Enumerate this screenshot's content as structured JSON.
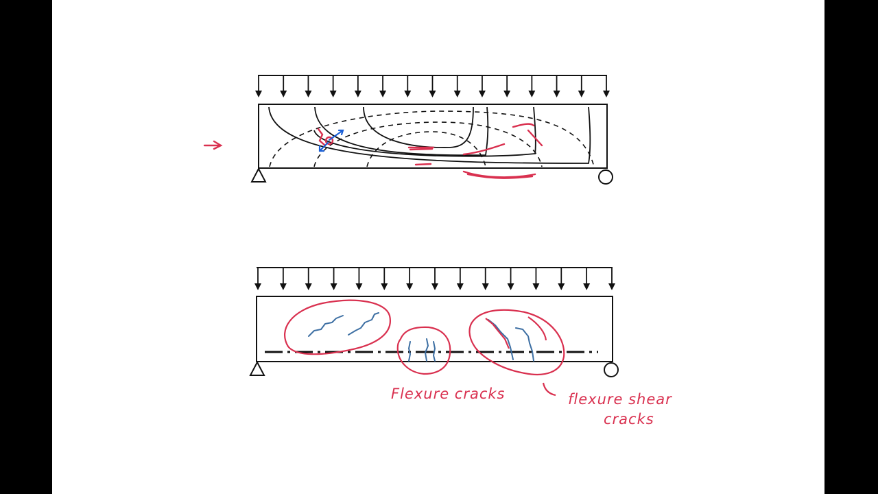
{
  "colors": {
    "page_bg": "#ffffff",
    "frame": "#000000",
    "ink": "#111111",
    "red_ink": "#d9304f",
    "blue_ink": "#3d6fa3",
    "bright_blue": "#1a5fd6"
  },
  "labels": {
    "flexure_cracks": "Flexure cracks",
    "flexure_shear_line1": "flexure shear",
    "flexure_shear_line2": "cracks"
  }
}
